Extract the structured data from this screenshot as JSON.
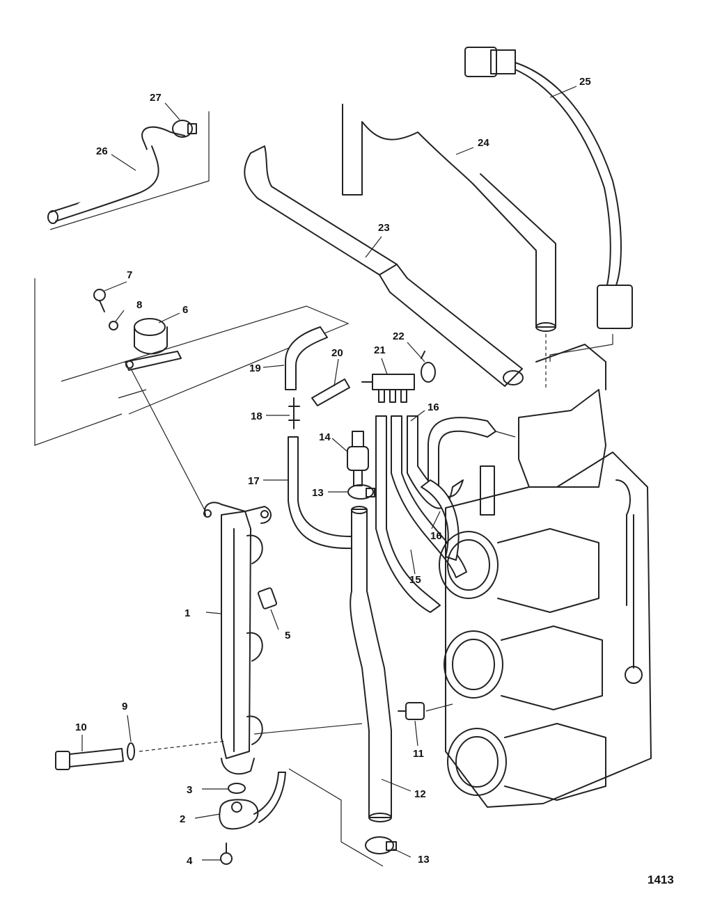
{
  "callouts": [
    "1",
    "2",
    "3",
    "4",
    "5",
    "6",
    "7",
    "8",
    "9",
    "10",
    "11",
    "12",
    "13",
    "13",
    "14",
    "15",
    "16",
    "16",
    "17",
    "18",
    "19",
    "20",
    "21",
    "22",
    "23",
    "24",
    "25",
    "26",
    "27"
  ],
  "figure_number": "1413"
}
